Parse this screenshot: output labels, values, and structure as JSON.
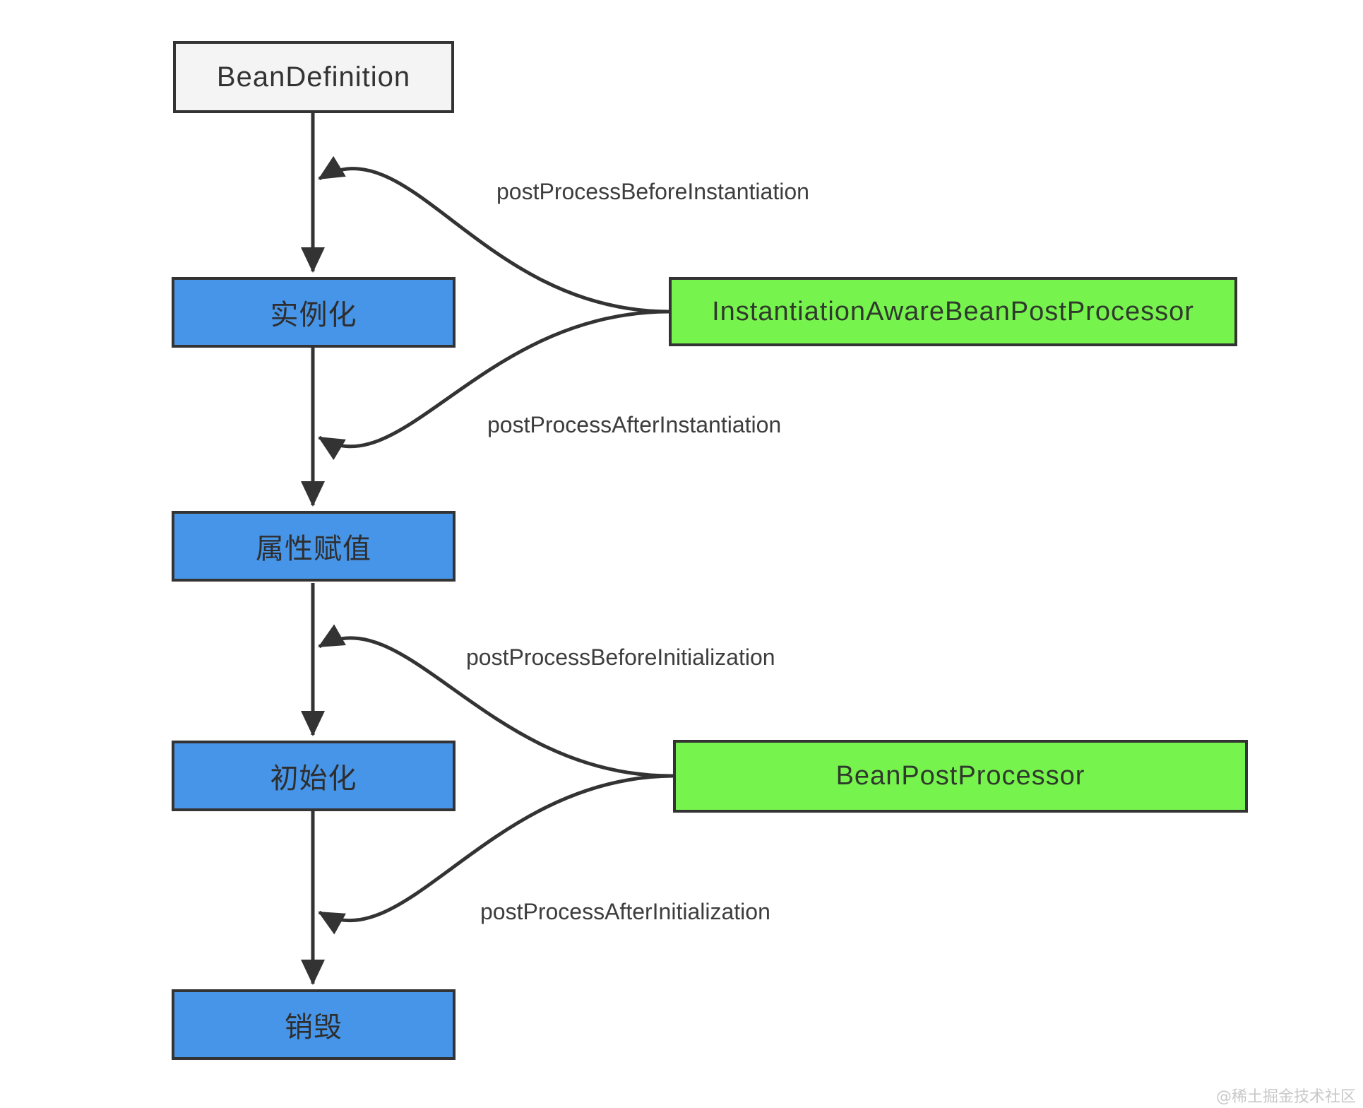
{
  "diagram": {
    "nodes": {
      "bean_definition": {
        "label": "BeanDefinition"
      },
      "instantiation": {
        "label": "实例化"
      },
      "property_assignment": {
        "label": "属性赋值"
      },
      "initialization": {
        "label": "初始化"
      },
      "destruction": {
        "label": "销毁"
      },
      "instantiation_aware_bean_post_processor": {
        "label": "InstantiationAwareBeanPostProcessor"
      },
      "bean_post_processor": {
        "label": "BeanPostProcessor"
      }
    },
    "edge_labels": {
      "before_instantiation": "postProcessBeforeInstantiation",
      "after_instantiation": "postProcessAfterInstantiation",
      "before_initialization": "postProcessBeforeInitialization",
      "after_initialization": "postProcessAfterInitialization"
    },
    "colors": {
      "process_step_fill": "#4795E8",
      "processor_fill": "#76F44D",
      "definition_fill": "#F4F4F4",
      "line_and_border": "#333333",
      "edge_label_text": "#3D3D3D",
      "watermark_text": "#C8C8C8"
    },
    "watermark": "@稀土掘金技术社区"
  }
}
